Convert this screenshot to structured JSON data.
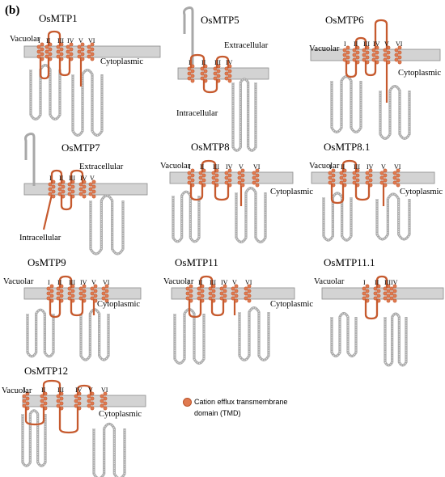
{
  "figure": {
    "panel_label": "(b)",
    "colors": {
      "membrane_fill": "#d3d3d3",
      "membrane_edge": "#8c8c8c",
      "tmd": "#c65a2e",
      "tmd_bead": "#e07a50",
      "loop": "#b5b5b5"
    },
    "legend": {
      "line1": "Cation efflux transmembrane",
      "line2": "domain (TMD)",
      "marker_color": "#e07a50"
    },
    "proteins": [
      {
        "name": "OsMTP1",
        "outside": "Vacuolar",
        "inside": "Cytoplasmic",
        "tm": [
          "I",
          "II",
          "III",
          "IV",
          "V",
          "VI"
        ]
      },
      {
        "name": "OsMTP5",
        "outside": "Extracellular",
        "inside": "Intracellular",
        "tm": [
          "I",
          "II",
          "III",
          "IV"
        ]
      },
      {
        "name": "OsMTP6",
        "outside": "Vacuolar",
        "inside": "Cytoplasmic",
        "tm": [
          "I",
          "II",
          "III",
          "IV",
          "V",
          "VI"
        ]
      },
      {
        "name": "OsMTP7",
        "outside": "Extracellular",
        "inside": "Intracellular",
        "tm": [
          "I",
          "II",
          "III",
          "IV",
          "V"
        ]
      },
      {
        "name": "OsMTP8",
        "outside": "Vacuolar",
        "inside": "Cytoplasmic",
        "tm": [
          "I",
          "II",
          "III",
          "IV",
          "V",
          "VI"
        ]
      },
      {
        "name": "OsMTP8.1",
        "outside": "Vacuolar",
        "inside": "Cytoplasmic",
        "tm": [
          "I",
          "II",
          "III",
          "IV",
          "V",
          "VI"
        ]
      },
      {
        "name": "OsMTP9",
        "outside": "Vacuolar",
        "inside": "Cytoplasmic",
        "tm": [
          "I",
          "II",
          "III",
          "IV",
          "V",
          "VI"
        ]
      },
      {
        "name": "OsMTP11",
        "outside": "Vacuolar",
        "inside": "Cytoplasmic",
        "tm": [
          "I",
          "II",
          "III",
          "IV",
          "V",
          "VI"
        ]
      },
      {
        "name": "OsMTP11.1",
        "outside": "Vacuolar",
        "inside": "",
        "tm": [
          "I",
          "II",
          "III",
          "IV"
        ]
      },
      {
        "name": "OsMTP12",
        "outside": "Vacuolar",
        "inside": "Cytoplasmic",
        "tm": [
          "I",
          "II",
          "III",
          "IV",
          "V",
          "VI"
        ]
      }
    ]
  }
}
